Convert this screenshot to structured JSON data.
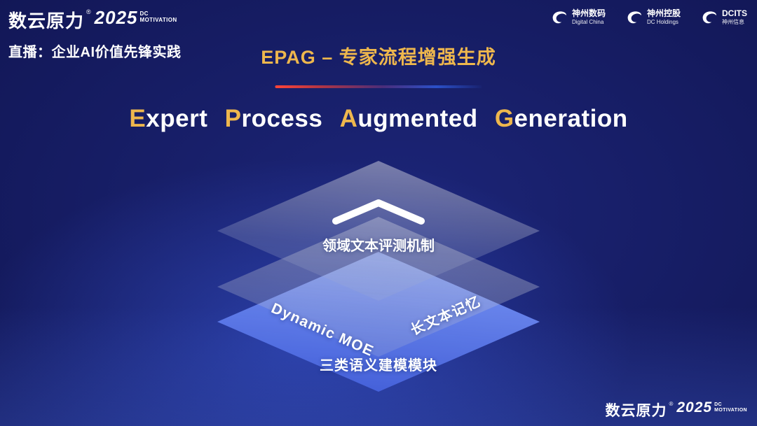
{
  "brand": {
    "name": "数云原力",
    "reg": "®",
    "year": "2025",
    "sub_top": "DC",
    "sub_bottom": "MOTIVATION"
  },
  "header": {
    "live_label": "直播：企业AI价值先锋实践",
    "title": "EPAG – 专家流程增强生成"
  },
  "subtitle": {
    "words": [
      {
        "initial": "E",
        "rest": "xpert"
      },
      {
        "initial": "P",
        "rest": "rocess"
      },
      {
        "initial": "A",
        "rest": "ugmented"
      },
      {
        "initial": "G",
        "rest": "eneration"
      }
    ]
  },
  "partners": [
    {
      "cn": "神州数码",
      "en": "Digital China"
    },
    {
      "cn": "神州控股",
      "en": "DC Holdings"
    },
    {
      "cn": "DCITS",
      "en": "神州信息"
    }
  ],
  "diagram": {
    "top_layer_label": "领域文本评测机制",
    "middle_layer_label_left": "Dynamic MOE",
    "middle_layer_label_right": "长文本记忆",
    "bottom_layer_label": "三类语义建模模块"
  },
  "icons": {
    "chevron": "chevron-up-icon",
    "partner_logo": "swirl-logo-icon"
  },
  "colors": {
    "accent_gold": "#eeb74d",
    "line_red": "#ff4438",
    "line_blue": "#2b50c8",
    "layer_blue": "#4f6ee6",
    "background_navy": "#121756"
  }
}
